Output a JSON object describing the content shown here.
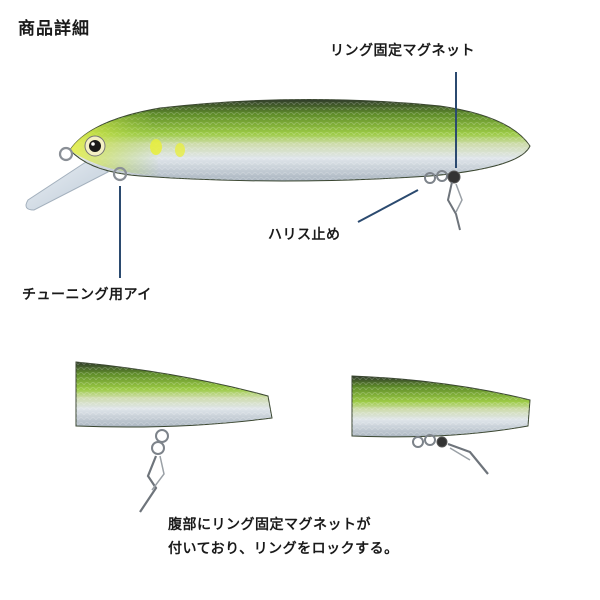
{
  "title": "商品詳細",
  "callouts": {
    "ring_magnet": "リング固定マグネット",
    "harisu_stop": "ハリス止め",
    "tuning_eye": "チューニング用アイ"
  },
  "description": {
    "line1": "腹部にリング固定マグネットが",
    "line2": "付いており、リングをロックする。"
  },
  "colors": {
    "leader_line": "#2b4a6f",
    "lure_green": "#8ec63f",
    "lure_dark": "#2f3a2a",
    "lure_belly": "#c9d3dc",
    "head_yellow": "#e6ef3a"
  }
}
